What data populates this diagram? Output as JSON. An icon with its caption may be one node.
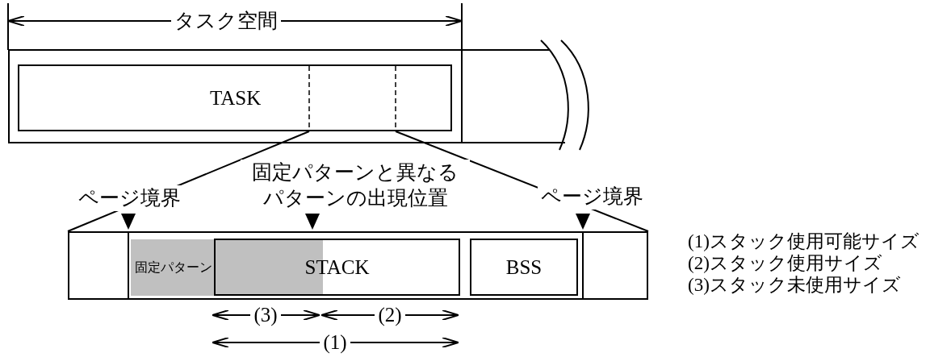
{
  "diagram": {
    "nodes": [
      {
        "text": [],
        "shape": "box"
      },
      {
        "text": [
          "TASK"
        ],
        "in": 0
      },
      {
        "text": [],
        "shape": "box"
      },
      {
        "text": [
          "固定パターン"
        ],
        "in": 2
      },
      {
        "text": [
          "STACK"
        ],
        "in": 2
      },
      {
        "text": [
          "BSS"
        ],
        "in": 2
      }
    ],
    "edges": [
      {
        "from": 1,
        "to": 2,
        "arrow": "none"
      },
      {
        "from": 1,
        "to": 2,
        "arrow": "none"
      }
    ],
    "labels": [
      "タスク空間",
      "ページ境界",
      "固定パターンと異なるパターンの出現位置",
      "ページ境界",
      "(3)",
      "(2)",
      "(1)",
      "(1)スタック使用可能サイズ",
      "(2)スタック使用サイズ",
      "(3)スタック未使用サイズ"
    ]
  }
}
